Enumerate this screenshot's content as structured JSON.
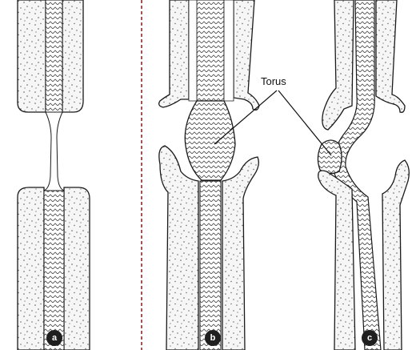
{
  "annotation": {
    "label": "Torus"
  },
  "panels": [
    {
      "id": "a",
      "badge": "a"
    },
    {
      "id": "b",
      "badge": "b"
    },
    {
      "id": "c",
      "badge": "c"
    }
  ],
  "colors": {
    "outline": "#1a1a1a",
    "tissue_fill": "#f6f6f6",
    "stipple": "#5a5a5a",
    "hatch": "#4a4a4a",
    "divider": "#8b1a1a",
    "badge": "#1f1f1f"
  }
}
